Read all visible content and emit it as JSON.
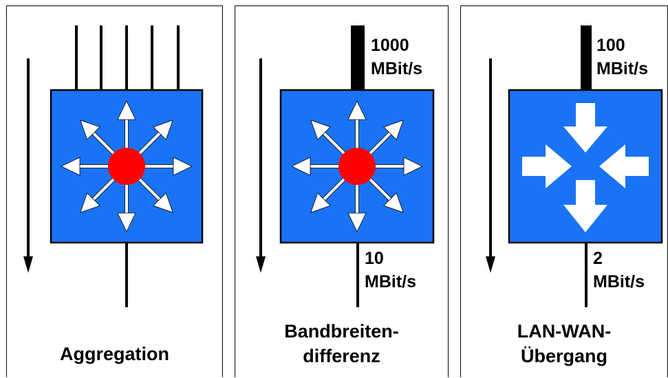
{
  "panels": [
    {
      "caption_lines": [
        "Aggregation"
      ],
      "device": "switch"
    },
    {
      "caption_lines": [
        "Bandbreiten-",
        "differenz"
      ],
      "device": "switch",
      "uplink_speed": [
        "1000",
        "MBit/s"
      ],
      "downlink_speed": [
        "10",
        "MBit/s"
      ]
    },
    {
      "caption_lines": [
        "LAN-WAN-",
        "Übergang"
      ],
      "device": "router",
      "uplink_speed": [
        "100",
        "MBit/s"
      ],
      "downlink_speed": [
        "2",
        "MBit/s"
      ]
    }
  ],
  "icons": {
    "switch": "switch-icon",
    "router": "router-icon",
    "flow_direction": "down-arrow-icon"
  },
  "colors": {
    "device_fill": "#1a73f4",
    "hub_dot": "#ff0000",
    "arrows": "#ffffff",
    "lines": "#000000"
  }
}
